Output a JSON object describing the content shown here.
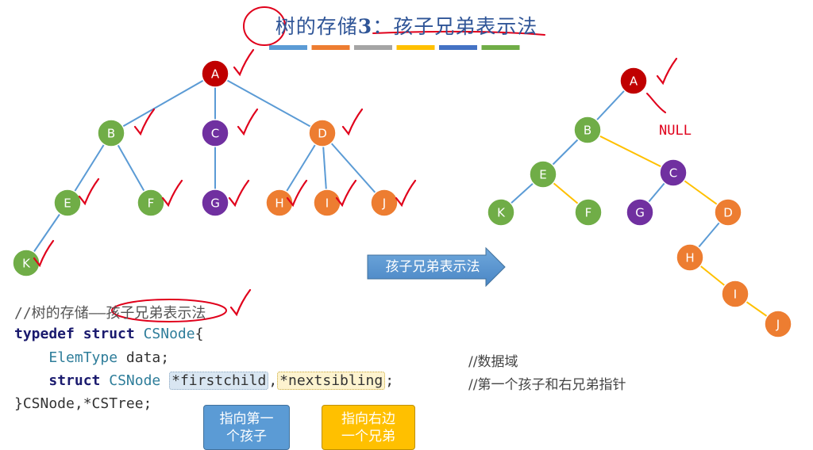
{
  "title": {
    "prefix": "树的存储",
    "num": "3",
    "sep": "：",
    "rest": "孩子兄弟表示法"
  },
  "color_bar": [
    "#5b9bd5",
    "#ed7d31",
    "#a5a5a5",
    "#ffc000",
    "#4472c4",
    "#70ad47"
  ],
  "colors": {
    "red": "#c00000",
    "green": "#70ad47",
    "purple": "#7030a0",
    "orange": "#ed7d31",
    "tree_line": "#5b9bd5",
    "sibling_line": "#ffc000",
    "check": "#e0001b"
  },
  "left_tree": {
    "nodes": [
      {
        "id": "A",
        "label": "A",
        "color": "red"
      },
      {
        "id": "B",
        "label": "B",
        "color": "green"
      },
      {
        "id": "C",
        "label": "C",
        "color": "purple"
      },
      {
        "id": "D",
        "label": "D",
        "color": "orange"
      },
      {
        "id": "E",
        "label": "E",
        "color": "green"
      },
      {
        "id": "F",
        "label": "F",
        "color": "green"
      },
      {
        "id": "G",
        "label": "G",
        "color": "purple"
      },
      {
        "id": "H",
        "label": "H",
        "color": "orange"
      },
      {
        "id": "I",
        "label": "I",
        "color": "orange"
      },
      {
        "id": "J",
        "label": "J",
        "color": "orange"
      },
      {
        "id": "K",
        "label": "K",
        "color": "green"
      }
    ],
    "edges": [
      [
        "A",
        "B"
      ],
      [
        "A",
        "C"
      ],
      [
        "A",
        "D"
      ],
      [
        "B",
        "E"
      ],
      [
        "B",
        "F"
      ],
      [
        "C",
        "G"
      ],
      [
        "D",
        "H"
      ],
      [
        "D",
        "I"
      ],
      [
        "D",
        "J"
      ],
      [
        "E",
        "K"
      ]
    ]
  },
  "right_tree": {
    "nodes": [
      {
        "id": "A",
        "label": "A",
        "color": "red"
      },
      {
        "id": "B",
        "label": "B",
        "color": "green"
      },
      {
        "id": "C",
        "label": "C",
        "color": "purple"
      },
      {
        "id": "E",
        "label": "E",
        "color": "green"
      },
      {
        "id": "F",
        "label": "F",
        "color": "green"
      },
      {
        "id": "K",
        "label": "K",
        "color": "green"
      },
      {
        "id": "G",
        "label": "G",
        "color": "purple"
      },
      {
        "id": "D",
        "label": "D",
        "color": "orange"
      },
      {
        "id": "H",
        "label": "H",
        "color": "orange"
      },
      {
        "id": "I",
        "label": "I",
        "color": "orange"
      },
      {
        "id": "J",
        "label": "J",
        "color": "orange"
      }
    ],
    "child_edges": [
      [
        "A",
        "B"
      ],
      [
        "B",
        "E"
      ],
      [
        "E",
        "K"
      ],
      [
        "C",
        "G"
      ],
      [
        "D",
        "H"
      ]
    ],
    "sibling_edges": [
      [
        "B",
        "C"
      ],
      [
        "E",
        "F"
      ],
      [
        "C",
        "D"
      ],
      [
        "H",
        "I"
      ],
      [
        "I",
        "J"
      ]
    ],
    "null_note": "NULL"
  },
  "arrow_label": "孩子兄弟表示法",
  "code": {
    "line1": "//树的存储——孩子兄弟表示法",
    "line2_kw1": "typedef",
    "line2_kw2": "struct",
    "line2_type": "CSNode",
    "line2_brace": "{",
    "line3_type": "ElemType",
    "line3_field": "data;",
    "line4_kw": "struct",
    "line4_type": "CSNode",
    "line4_field1": "*firstchild",
    "line4_comma": ",",
    "line4_field2": "*nextsibling",
    "line4_end": ";",
    "line5": "}CSNode,*CSTree;"
  },
  "comments": {
    "data": "//数据域",
    "pointers": "//第一个孩子和右兄弟指针"
  },
  "callouts": {
    "firstchild": {
      "line1": "指向第一",
      "line2": "个孩子"
    },
    "nextsibling": {
      "line1": "指向右边",
      "line2": "一个兄弟"
    }
  }
}
